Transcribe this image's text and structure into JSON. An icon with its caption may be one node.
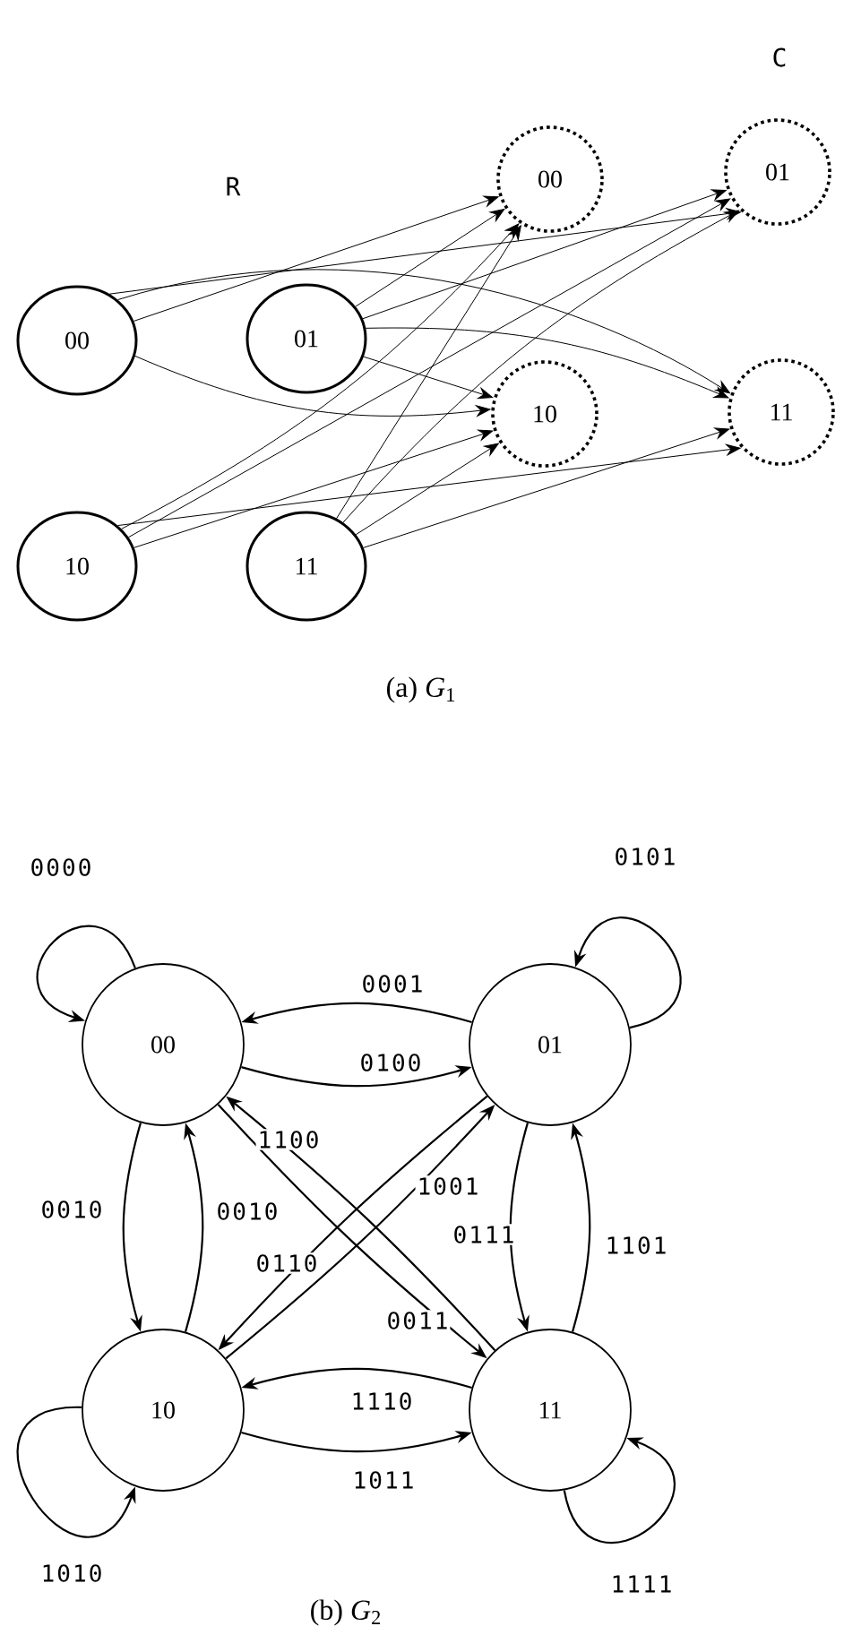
{
  "diagram": {
    "nodes": [
      {
        "text": [
          "00"
        ]
      },
      {
        "text": [
          "01"
        ]
      },
      {
        "text": [
          "10"
        ]
      },
      {
        "text": [
          "11"
        ]
      },
      {
        "text": [
          "00"
        ]
      },
      {
        "text": [
          "01"
        ]
      },
      {
        "text": [
          "10"
        ]
      },
      {
        "text": [
          "11"
        ]
      },
      {
        "text": [
          "00"
        ]
      },
      {
        "text": [
          "01"
        ]
      },
      {
        "text": [
          "10"
        ]
      },
      {
        "text": [
          "11"
        ]
      }
    ],
    "edges": [
      {
        "from": 0,
        "to": 4,
        "arrow": "to"
      },
      {
        "from": 0,
        "to": 5,
        "arrow": "to"
      },
      {
        "from": 0,
        "to": 6,
        "arrow": "to"
      },
      {
        "from": 0,
        "to": 7,
        "arrow": "to"
      },
      {
        "from": 1,
        "to": 4,
        "arrow": "to"
      },
      {
        "from": 1,
        "to": 5,
        "arrow": "to"
      },
      {
        "from": 1,
        "to": 6,
        "arrow": "to"
      },
      {
        "from": 1,
        "to": 7,
        "arrow": "to"
      },
      {
        "from": 2,
        "to": 4,
        "arrow": "to"
      },
      {
        "from": 2,
        "to": 5,
        "arrow": "to"
      },
      {
        "from": 2,
        "to": 6,
        "arrow": "to"
      },
      {
        "from": 2,
        "to": 7,
        "arrow": "to"
      },
      {
        "from": 3,
        "to": 4,
        "arrow": "to"
      },
      {
        "from": 3,
        "to": 5,
        "arrow": "to"
      },
      {
        "from": 3,
        "to": 6,
        "arrow": "to"
      },
      {
        "from": 3,
        "to": 7,
        "arrow": "to"
      },
      {
        "from": 8,
        "to": 8,
        "arrow": "to",
        "label": "0000"
      },
      {
        "from": 9,
        "to": 9,
        "arrow": "to",
        "label": "0101"
      },
      {
        "from": 9,
        "to": 8,
        "arrow": "to",
        "label": "0001"
      },
      {
        "from": 8,
        "to": 9,
        "arrow": "to",
        "label": "0100"
      },
      {
        "from": 11,
        "to": 8,
        "arrow": "to",
        "label": "1100"
      },
      {
        "from": 8,
        "to": 10,
        "arrow": "to",
        "label": "0010"
      },
      {
        "from": 10,
        "to": 8,
        "arrow": "to",
        "label": "0010"
      },
      {
        "from": 10,
        "to": 9,
        "arrow": "to",
        "label": "1001"
      },
      {
        "from": 9,
        "to": 11,
        "arrow": "to",
        "label": "0111"
      },
      {
        "from": 11,
        "to": 9,
        "arrow": "to",
        "label": "1101"
      },
      {
        "from": 9,
        "to": 10,
        "arrow": "to",
        "label": "0110"
      },
      {
        "from": 8,
        "to": 11,
        "arrow": "to",
        "label": "0011"
      },
      {
        "from": 11,
        "to": 10,
        "arrow": "to",
        "label": "1110"
      },
      {
        "from": 10,
        "to": 11,
        "arrow": "to",
        "label": "1011"
      },
      {
        "from": 10,
        "to": 10,
        "arrow": "to",
        "label": "1010"
      },
      {
        "from": 11,
        "to": 11,
        "arrow": "to",
        "label": "1111"
      }
    ],
    "labels": [
      "C",
      "R",
      "(a) *G*$_{1}$",
      "(b) *G*$_{2}$"
    ]
  }
}
